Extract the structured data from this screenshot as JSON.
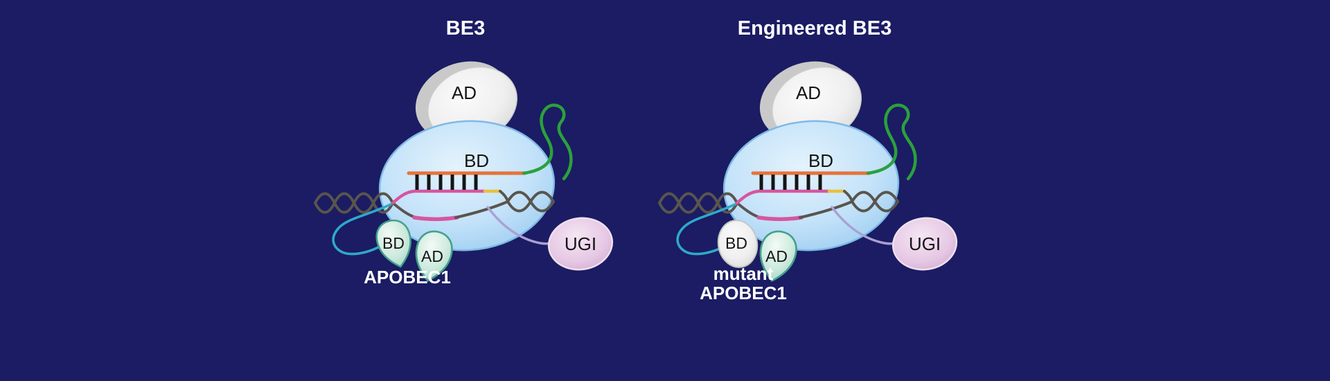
{
  "background_color": "#1b1c63",
  "panels": [
    {
      "id": "be3",
      "title": "BE3",
      "cas9_ad_label": "AD",
      "cas9_bd_label": "BD",
      "apobec_bd_label": "BD",
      "apobec_ad_label": "AD",
      "apobec_name_lines": [
        "APOBEC1"
      ],
      "ugi_label": "UGI"
    },
    {
      "id": "engineered-be3",
      "title": "Engineered BE3",
      "cas9_ad_label": "AD",
      "cas9_bd_label": "BD",
      "apobec_bd_label": "BD",
      "apobec_ad_label": "AD",
      "apobec_name_lines": [
        "mutant",
        "APOBEC1"
      ],
      "ugi_label": "UGI"
    }
  ],
  "colors": {
    "background": "#1b1c63",
    "cas9_body_blue": "#bfe0f8",
    "ad_domain_gray": "#ededed",
    "apobec_leaf_teal": "#bfe3d4",
    "ugi_pink": "#e3c4e1",
    "sgrna_spacer_orange": "#e5733b",
    "sgrna_scaffold_green": "#2ba13c",
    "target_strand_pink": "#d6569f",
    "pam_yellow": "#e7c33a",
    "dna_gray": "#59554d",
    "apobec_linker_cyan": "#2fa9cb",
    "ugi_linker_lavender": "#a9a1d3",
    "basepair_comb_black": "#151515"
  }
}
